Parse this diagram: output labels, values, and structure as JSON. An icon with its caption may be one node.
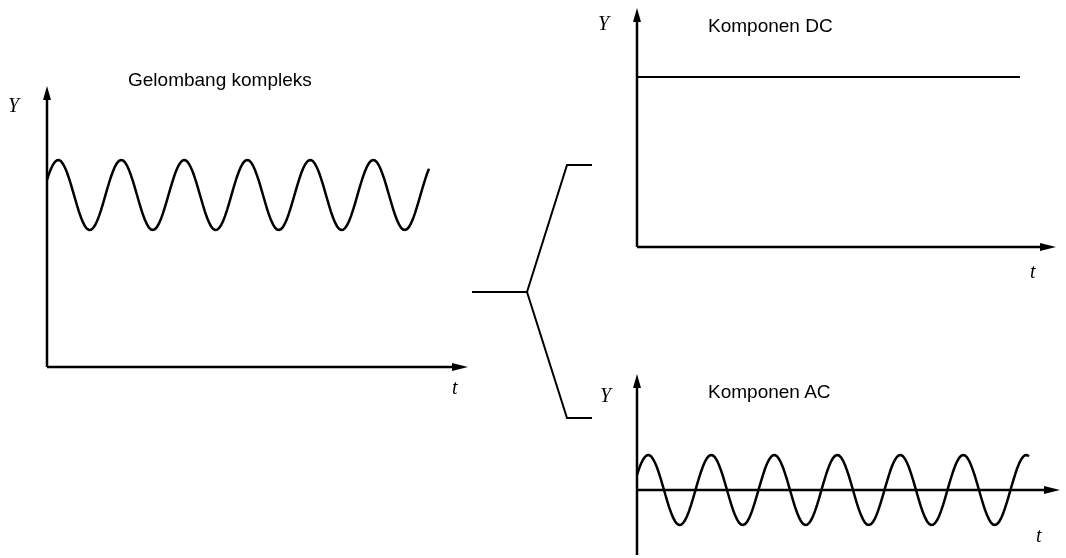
{
  "diagram": {
    "nodes": [
      {
        "text": [
          "Gelombang kompleks"
        ]
      },
      {
        "text": [
          "Komponen DC"
        ]
      },
      {
        "text": [
          "Komponen AC"
        ]
      }
    ],
    "edges": [
      {
        "from": 0,
        "to": 1,
        "arrow": "none"
      },
      {
        "from": 0,
        "to": 2,
        "arrow": "none"
      }
    ],
    "labels": [
      "Y",
      "t",
      "Y",
      "t",
      "Y",
      "t"
    ]
  }
}
